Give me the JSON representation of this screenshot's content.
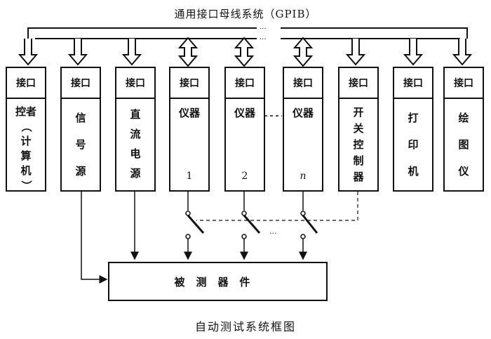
{
  "bus_title": "通用接口母线系统（GPIB）",
  "caption": "自动测试系统框图",
  "interface_label": "接口",
  "modules": [
    {
      "id": "controller",
      "lines": [
        "控者",
        "（",
        "计",
        "算",
        "机",
        "）"
      ],
      "num": ""
    },
    {
      "id": "signal-source",
      "lines": [
        "信",
        "号",
        "源"
      ],
      "num": ""
    },
    {
      "id": "dc-power",
      "lines": [
        "直",
        "流",
        "电",
        "源"
      ],
      "num": ""
    },
    {
      "id": "instrument-1",
      "lines": [
        "仪器"
      ],
      "num": "1"
    },
    {
      "id": "instrument-2",
      "lines": [
        "仪器"
      ],
      "num": "2"
    },
    {
      "id": "instrument-n",
      "lines": [
        "仪器"
      ],
      "num": "n"
    },
    {
      "id": "switch-controller",
      "lines": [
        "开",
        "关",
        "控",
        "制",
        "器"
      ],
      "num": ""
    },
    {
      "id": "printer",
      "lines": [
        "打",
        "印",
        "机"
      ],
      "num": ""
    },
    {
      "id": "plotter",
      "lines": [
        "绘",
        "图",
        "仪"
      ],
      "num": ""
    }
  ],
  "dut_label": "被测器件",
  "ellipsis": "···"
}
